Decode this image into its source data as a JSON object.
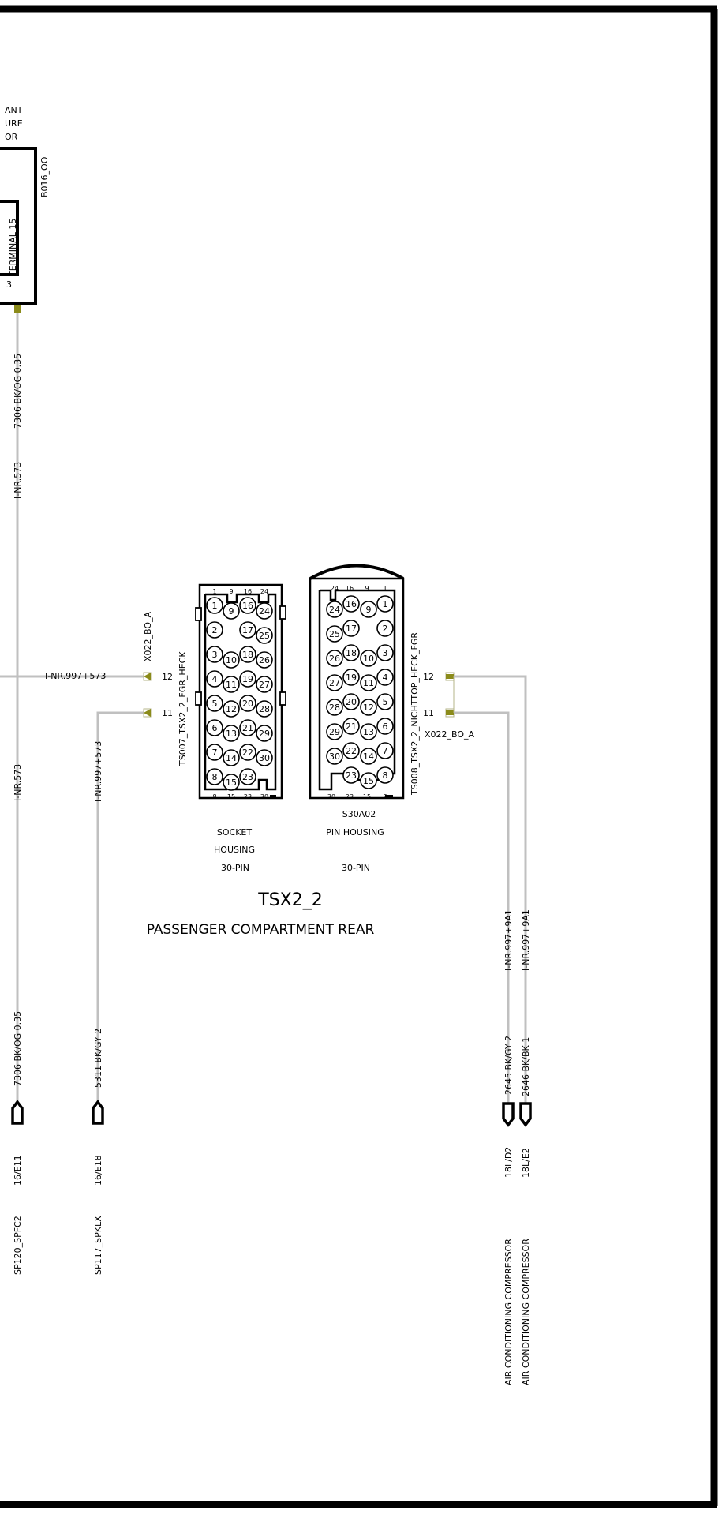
{
  "component_left": {
    "name_lines": [
      "ANT",
      "URE",
      "OR"
    ],
    "id": "B016_OO",
    "terminal_label": "TERMINAL 15",
    "pin": "3"
  },
  "wire_left": {
    "top_color": "7306 BK/OG 0.35",
    "top_inr": "I-NR.573",
    "mid_inr": "I-NR.573",
    "branch_label": "I-NR.997+573",
    "bottom_color": "7306 BK/OG 0.35",
    "grid": "16/E11",
    "dest": "SP120_SPFC2"
  },
  "wire_left2": {
    "vertical_label": "I-NR.997+573",
    "bottom_color": "5311 BK/GY 2",
    "grid": "16/E18",
    "dest": "SP117_SPKLX"
  },
  "connector_socket": {
    "id_label": "X022_BO_A",
    "name": "TS007_TSX2_2_FGR_HECK",
    "pin_a": "12",
    "pin_b": "11",
    "top_nums": [
      "1",
      "9",
      "16",
      "24"
    ],
    "bottom_nums": [
      "8",
      "15",
      "23",
      "30"
    ],
    "pins": [
      [
        "1",
        "9",
        "16",
        "24"
      ],
      [
        "2",
        "",
        "17",
        "25"
      ],
      [
        "3",
        "10",
        "18",
        "26"
      ],
      [
        "4",
        "11",
        "19",
        "27"
      ],
      [
        "5",
        "12",
        "20",
        "28"
      ],
      [
        "6",
        "13",
        "21",
        "29"
      ],
      [
        "7",
        "14",
        "22",
        "30"
      ],
      [
        "8",
        "15",
        "23",
        ""
      ]
    ],
    "line1": "SOCKET",
    "line2": "HOUSING",
    "line3": "30-PIN"
  },
  "connector_pin": {
    "id_label": "X022_BO_A",
    "name": "TS008_TSX2_2_NICHTTOP_HECK_FGR",
    "pin_a": "12",
    "pin_b": "11",
    "top_nums": [
      "24",
      "16",
      "9",
      "1"
    ],
    "bottom_nums": [
      "30",
      "23",
      "15",
      "8"
    ],
    "part": "S30A02",
    "line1": "PIN HOUSING",
    "line3": "30-PIN"
  },
  "title": "TSX2_2",
  "subtitle": "PASSENGER COMPARTMENT REAR",
  "wire_right1": {
    "inr": "I-NR.997+9A1",
    "color": "2645 BK/GY 2",
    "grid": "18L/D2",
    "dest": "AIR CONDITIONING COMPRESSOR"
  },
  "wire_right2": {
    "inr": "I-NR.997+9A1",
    "color": "2646 BK/BK 1",
    "grid": "18L/E2",
    "dest": "AIR CONDITIONING COMPRESSOR"
  }
}
